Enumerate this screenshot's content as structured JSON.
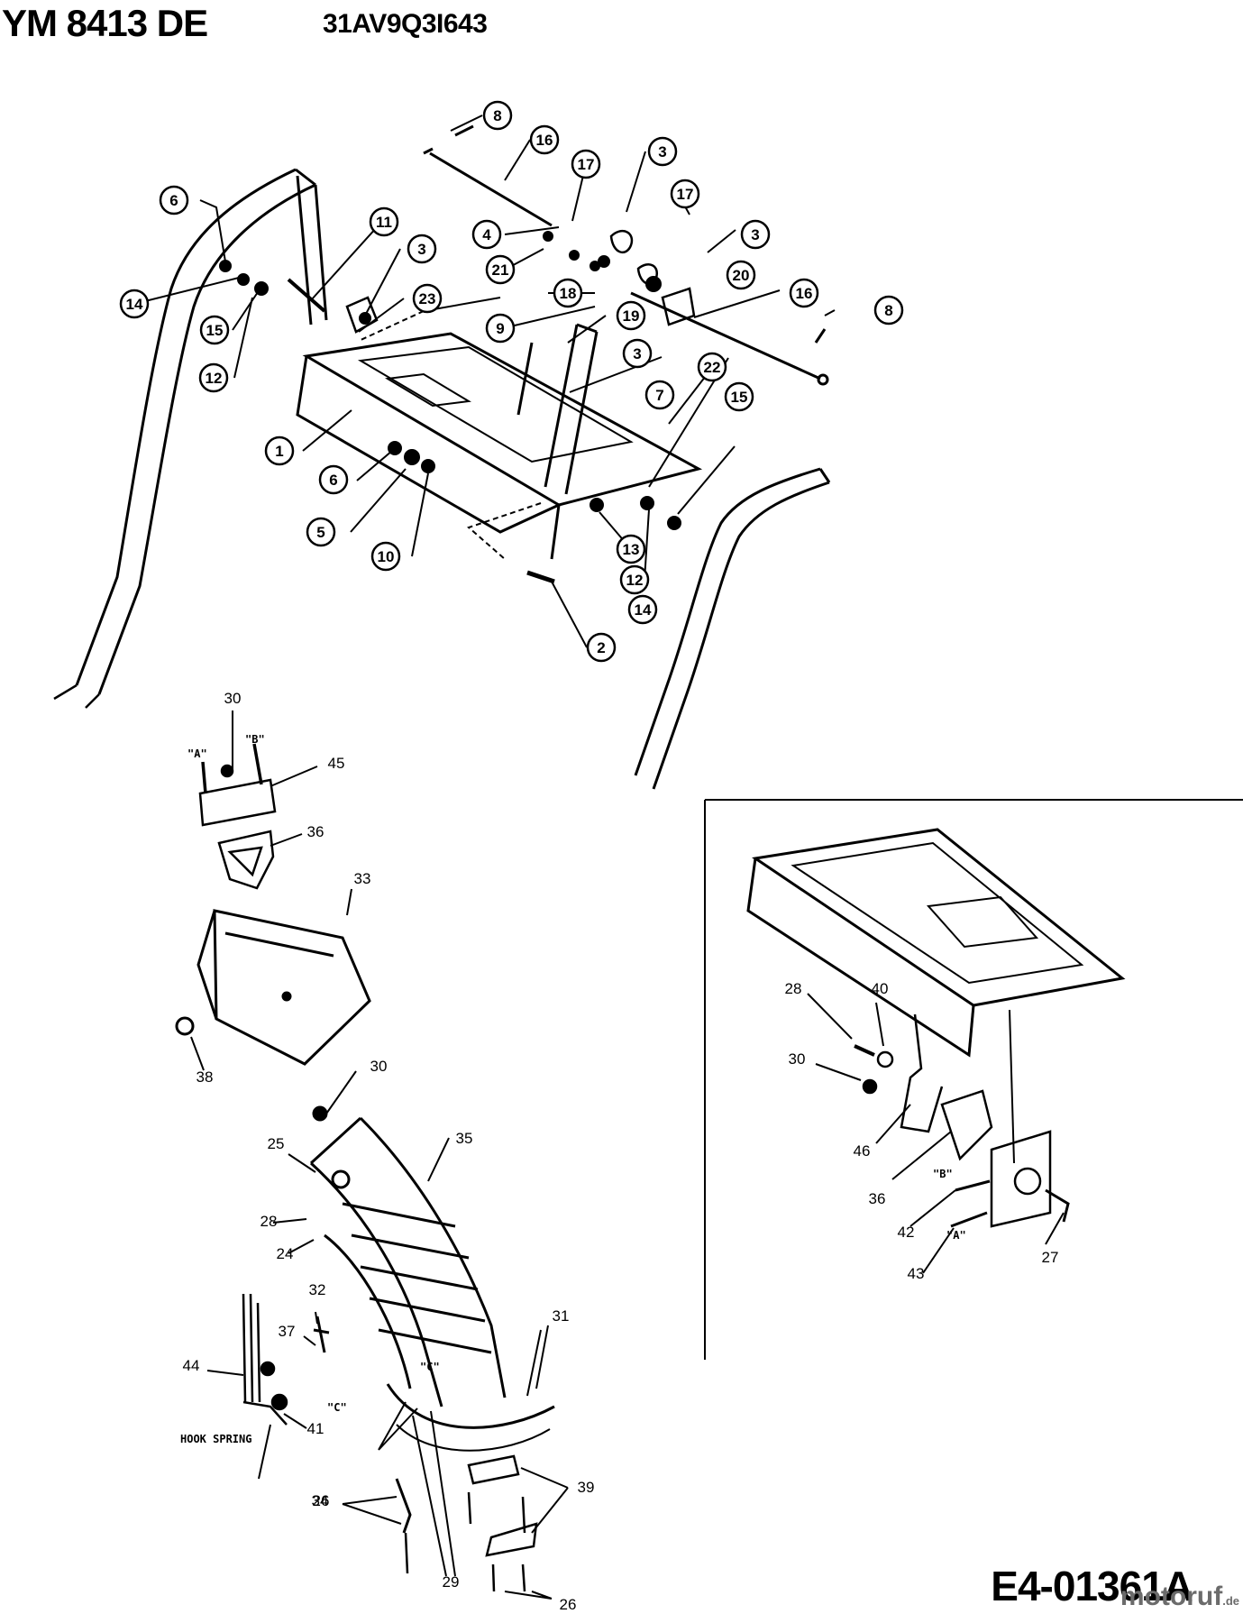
{
  "header": {
    "model": "YM 8413 DE",
    "part_number": "31AV9Q3I643"
  },
  "footer": {
    "drawing_code": "E4-01361A",
    "watermark_main": "motoruf",
    "watermark_suffix": ".de"
  },
  "callouts": [
    "8",
    "16",
    "3",
    "17",
    "17",
    "3",
    "4",
    "21",
    "20",
    "18",
    "16",
    "8",
    "6",
    "11",
    "3",
    "23",
    "14",
    "15",
    "12",
    "9",
    "19",
    "3",
    "7",
    "22",
    "15",
    "1",
    "6",
    "5",
    "10",
    "13",
    "12",
    "14",
    "2"
  ],
  "plain_labels": [
    "30",
    "45",
    "36",
    "33",
    "38",
    "30",
    "25",
    "35",
    "28",
    "24",
    "32",
    "37",
    "31",
    "44",
    "41",
    "39",
    "34",
    "26",
    "29",
    "26",
    "28",
    "40",
    "30",
    "46",
    "36",
    "42",
    "43",
    "27"
  ],
  "notes": [
    "\"A\"",
    "\"B\"",
    "\"C\"",
    "\"C\"",
    "\"B\"",
    "\"A\"",
    "HOOK SPRING"
  ]
}
